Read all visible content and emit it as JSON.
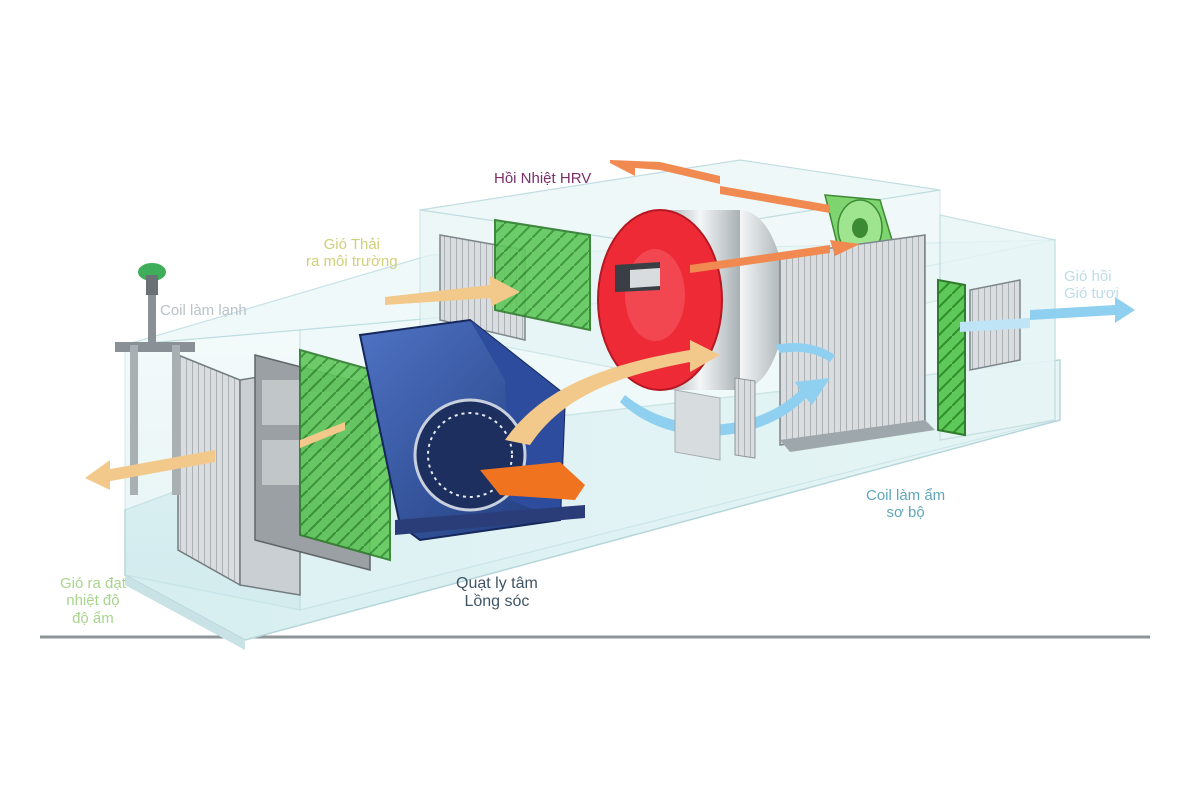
{
  "labels": {
    "hrv": "Hồi Nhiệt HRV",
    "exhaust": [
      "Gió Thải",
      "ra môi trường"
    ],
    "cooling_coil": "Coil làm lạnh",
    "return_fresh": [
      "Gió hồi",
      "Gió tươi"
    ],
    "humidifier": [
      "Coil làm ẩm",
      "sơ bộ"
    ],
    "fan": [
      "Quạt ly tâm",
      "Lồng sóc"
    ],
    "supply": [
      "Gió ra đạt",
      "nhiệt độ",
      "độ ẩm"
    ]
  },
  "colors": {
    "arrow_warm": "#f2c98a",
    "arrow_orange": "#f08a50",
    "arrow_blue": "#8fd0f0",
    "hrv_wheel": "#ee2a36",
    "fan_housing": "#2f4f9a",
    "coil_green": "#4fbf4a",
    "frame": "#bfe3e6"
  }
}
